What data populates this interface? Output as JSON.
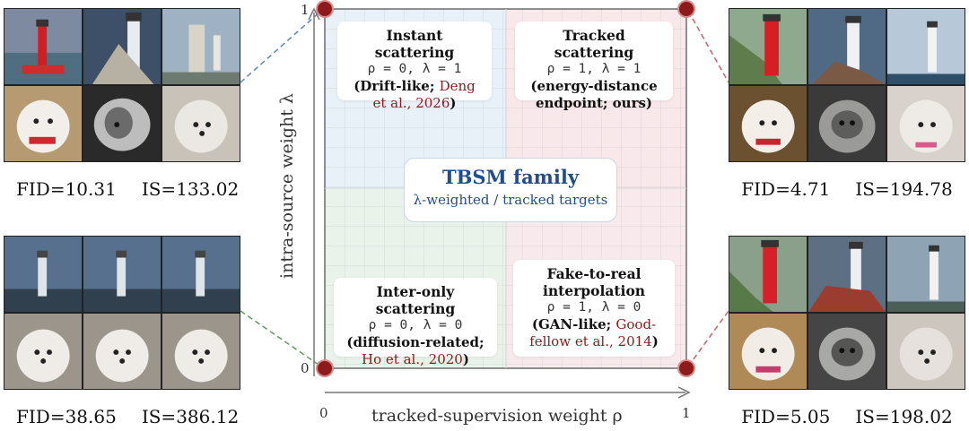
{
  "panels": {
    "top_left": {
      "fid": "FID=10.31",
      "is": "IS=133.02"
    },
    "bottom_left": {
      "fid": "FID=38.65",
      "is": "IS=386.12"
    },
    "top_right": {
      "fid": "FID=4.71",
      "is": "IS=194.78"
    },
    "bottom_right": {
      "fid": "FID=5.05",
      "is": "IS=198.02"
    }
  },
  "quadrants": {
    "top_left": {
      "title": "Instant scattering",
      "formula": "ρ = 0, λ = 1",
      "note_a": "(Drift-like; ",
      "cite_a": "Deng",
      "cite_b": "et al., 2026",
      "note_b": ")"
    },
    "top_right": {
      "title": "Tracked scattering",
      "formula": "ρ = 1, λ = 1",
      "line1": "(energy-distance",
      "line2": "endpoint; ours)"
    },
    "bottom_left": {
      "title": "Inter-only scattering",
      "formula": "ρ = 0, λ = 0",
      "line1": "(diffusion-related;",
      "cite": "Ho et al., 2020",
      "close": ")"
    },
    "bottom_right": {
      "title_a": "Fake-to-real",
      "title_b": "interpolation",
      "formula": "ρ = 1, λ = 0",
      "note_a": "(GAN-like; ",
      "cite_a": "Good-",
      "cite_b": "fellow et al., 2014",
      "close": ")"
    }
  },
  "center": {
    "title": "TBSM family",
    "subtitle": "λ-weighted / tracked targets"
  },
  "axes": {
    "x_label": "tracked-supervision weight ρ",
    "y_label": "intra-source weight λ",
    "x_min": "0",
    "x_max": "1",
    "y_min": "0",
    "y_max": "1"
  },
  "colors": {
    "q_top_left": "#e8f0f8",
    "q_top_right": "#f9e8ea",
    "q_bottom_left": "#e9f3ea",
    "q_bottom_right": "#f8e9ec",
    "accent_blue": "#1f4e8c",
    "cite_red": "#8b1a1a",
    "dot": "#8e1b1b"
  }
}
